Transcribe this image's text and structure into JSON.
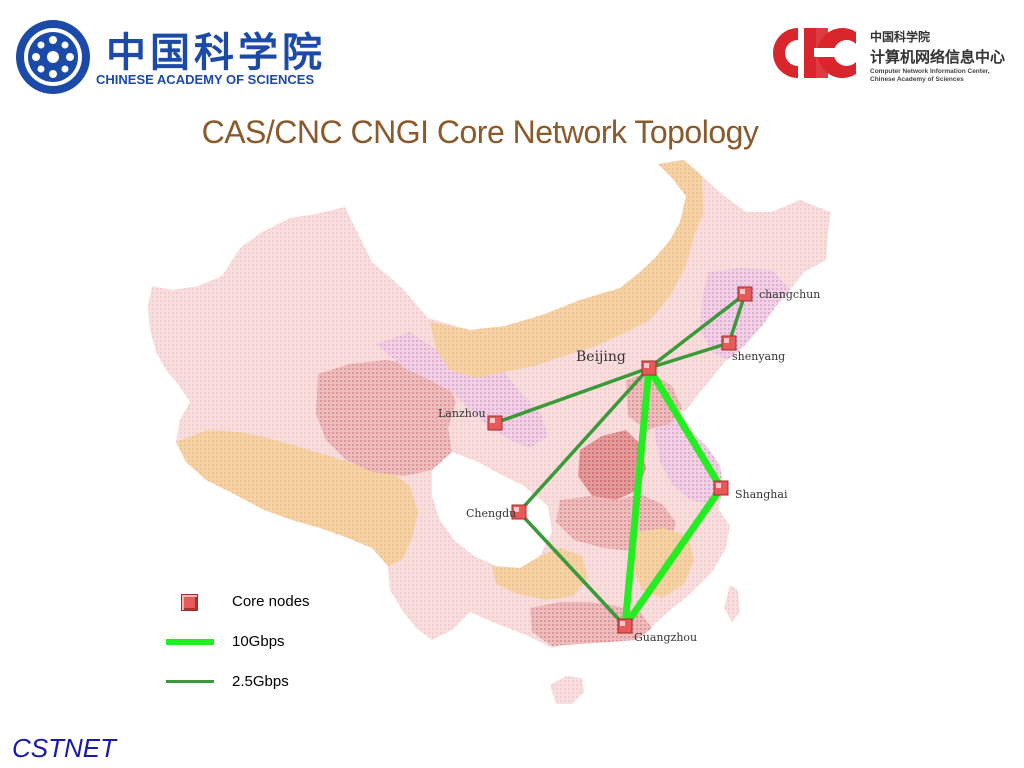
{
  "header": {
    "cas_logo_zh": "中国科学院",
    "cas_logo_en": "CHINESE ACADEMY OF SCIENCES",
    "cnc_logo_zh_line1": "中国科学院",
    "cnc_logo_zh_line2": "计算机网络信息中心",
    "cnc_logo_en_line1": "Computer Network Information Center,",
    "cnc_logo_en_line2": "Chinese Academy of Sciences",
    "cnc_mark_text": "CNC"
  },
  "title": "CAS/CNC CNGI Core Network Topology",
  "nodes": [
    {
      "id": "beijing",
      "label": "Beijing"
    },
    {
      "id": "changchun",
      "label": "changchun"
    },
    {
      "id": "shenyang",
      "label": "shenyang"
    },
    {
      "id": "lanzhou",
      "label": "Lanzhou"
    },
    {
      "id": "chengdu",
      "label": "Chengdu"
    },
    {
      "id": "shanghai",
      "label": "Shanghai"
    },
    {
      "id": "guangzhou",
      "label": "Guangzhou"
    }
  ],
  "links": [
    {
      "from": "beijing",
      "to": "guangzhou",
      "type": "10Gbps"
    },
    {
      "from": "beijing",
      "to": "shanghai",
      "type": "10Gbps"
    },
    {
      "from": "shanghai",
      "to": "guangzhou",
      "type": "10Gbps"
    },
    {
      "from": "beijing",
      "to": "changchun",
      "type": "2.5Gbps"
    },
    {
      "from": "beijing",
      "to": "shenyang",
      "type": "2.5Gbps"
    },
    {
      "from": "changchun",
      "to": "shenyang",
      "type": "2.5Gbps"
    },
    {
      "from": "beijing",
      "to": "lanzhou",
      "type": "2.5Gbps"
    },
    {
      "from": "beijing",
      "to": "chengdu",
      "type": "2.5Gbps"
    },
    {
      "from": "chengdu",
      "to": "guangzhou",
      "type": "2.5Gbps"
    }
  ],
  "legend": {
    "core_nodes": "Core nodes",
    "link_10g": "10Gbps",
    "link_2g": "2.5Gbps"
  },
  "colors": {
    "link_10g": "#22ee22",
    "link_2g": "#3a9a3a",
    "title": "#8b5a2b",
    "footer": "#1a1aa8",
    "node_fill": "#e85a5a"
  },
  "footer": "CSTNET"
}
